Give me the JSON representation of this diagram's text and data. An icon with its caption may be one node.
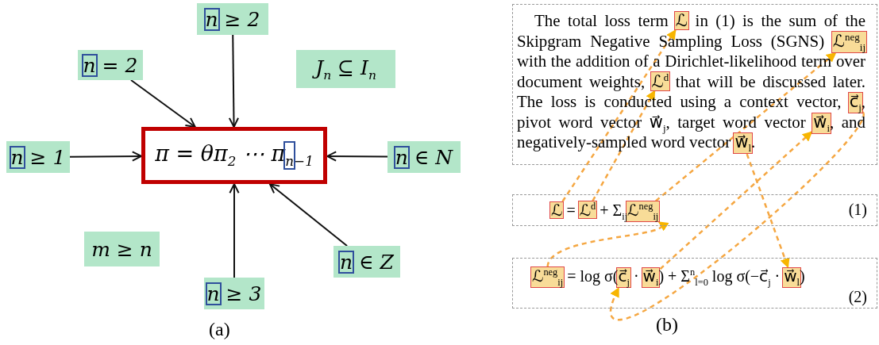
{
  "diagram": {
    "nodes": [
      {
        "text": [
          "π = θπ$_{2}$ ⋯ π$_{n−1}$"
        ]
      },
      {
        "text": [
          "n ≥ 2"
        ]
      },
      {
        "text": [
          "n = 2"
        ]
      },
      {
        "text": [
          "J$_{n}$ ⊆ I$_{n}$"
        ]
      },
      {
        "text": [
          "n ≥ 1"
        ]
      },
      {
        "text": [
          "n ∈ N"
        ]
      },
      {
        "text": [
          "m ≥ n"
        ]
      },
      {
        "text": [
          "n ∈ Z"
        ]
      },
      {
        "text": [
          "n ≥ 3"
        ]
      },
      {
        "text": [
          "The total loss term ℒ in (1) is the sum of the Skipgram Negative Sampling Loss (SGNS) ℒ$^{neg}$$_{ij}$ with the addition of a Dirichlet-likelihood term over document weights, ℒ$^{d}$ that will be discussed later. The loss is conducted using a context vector, c⃗$_{j}$, pivot word vector w⃗$_{j}$, target word vector w⃗$_{i}$, and negatively-sampled word vector w⃗$_{l}$."
        ]
      },
      {
        "text": [],
        "shape": "box",
        "in": 9
      },
      {
        "text": [],
        "shape": "box",
        "in": 9
      },
      {
        "text": [],
        "shape": "box",
        "in": 9
      },
      {
        "text": [],
        "shape": "box",
        "in": 9
      },
      {
        "text": [],
        "shape": "box",
        "in": 9
      },
      {
        "text": [],
        "shape": "box",
        "in": 9
      },
      {
        "text": [
          "ℒ = ℒ$^{d}$ + Σ$_{ij}$ℒ$^{neg}$$_{ij}$",
          "(1)"
        ]
      },
      {
        "text": [],
        "shape": "box",
        "in": 16
      },
      {
        "text": [],
        "shape": "box",
        "in": 16
      },
      {
        "text": [],
        "shape": "box",
        "in": 16
      },
      {
        "text": [
          "ℒ$^{neg}$$_{ij}$ = log σ(c⃗$_{j}$ · w⃗$_{i}$) + Σ$^{n}$$_{l=0}$ log σ(−c⃗$_{j}$ · w⃗$_{l}$)",
          "(2)"
        ]
      },
      {
        "text": [],
        "shape": "box",
        "in": 20
      },
      {
        "text": [],
        "shape": "box",
        "in": 20
      },
      {
        "text": [],
        "shape": "box",
        "in": 20
      },
      {
        "text": [],
        "shape": "box",
        "in": 20
      }
    ],
    "edges": [
      {
        "from": 1,
        "to": 0,
        "arrow": "to",
        "color": "#111111"
      },
      {
        "from": 2,
        "to": 0,
        "arrow": "to",
        "color": "#111111"
      },
      {
        "from": 4,
        "to": 0,
        "arrow": "to",
        "color": "#111111"
      },
      {
        "from": 5,
        "to": 0,
        "arrow": "to",
        "color": "#111111"
      },
      {
        "from": 8,
        "to": 0,
        "arrow": "to",
        "color": "#111111"
      },
      {
        "from": 7,
        "to": 0,
        "arrow": "to",
        "color": "#111111"
      },
      {
        "from": 17,
        "to": 10,
        "arrow": "to",
        "style": "dashed",
        "color": "#f5a742"
      },
      {
        "from": 18,
        "to": 12,
        "arrow": "to",
        "style": "dashed",
        "color": "#f5a742"
      },
      {
        "from": 19,
        "to": 11,
        "arrow": "to",
        "style": "dashed",
        "color": "#f5a742"
      },
      {
        "from": 13,
        "to": 22,
        "arrow": "to",
        "style": "dashed",
        "color": "#f5a742"
      },
      {
        "from": 23,
        "to": 14,
        "arrow": "to",
        "style": "dashed",
        "color": "#f5a742"
      },
      {
        "from": 15,
        "to": 24,
        "arrow": "to",
        "style": "dashed",
        "color": "#f5a742"
      },
      {
        "from": 21,
        "to": 19,
        "arrow": "to",
        "style": "dashed",
        "color": "#f5a742"
      }
    ],
    "labels": [
      "(a)",
      "(b)"
    ]
  }
}
